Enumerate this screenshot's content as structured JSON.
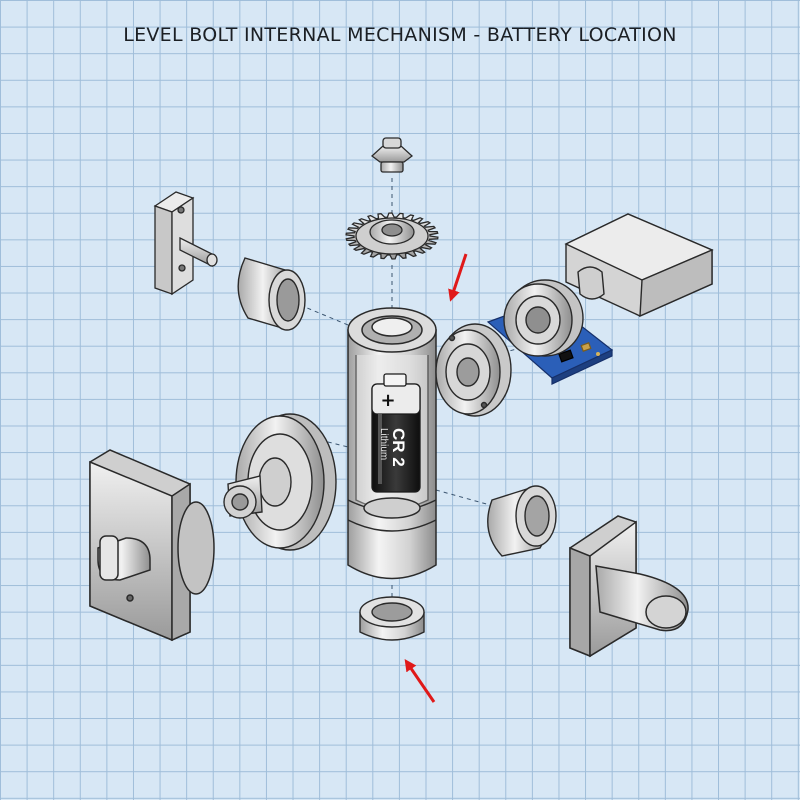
{
  "diagram": {
    "title": "LEVEL BOLT INTERNAL MECHANISM - BATTERY LOCATION",
    "battery": {
      "model": "CR 2",
      "chemistry": "Lithium",
      "polarity": "+"
    },
    "colors": {
      "background": "#d7e7f5",
      "grid": "#9fbdd9",
      "metal_light": "#e4e4e4",
      "metal_dark": "#8a8a8a",
      "outline": "#2a2a2a",
      "pcb": "#2b5fb8",
      "arrow": "#e01919",
      "battery_body": "#1c1c1c"
    }
  }
}
